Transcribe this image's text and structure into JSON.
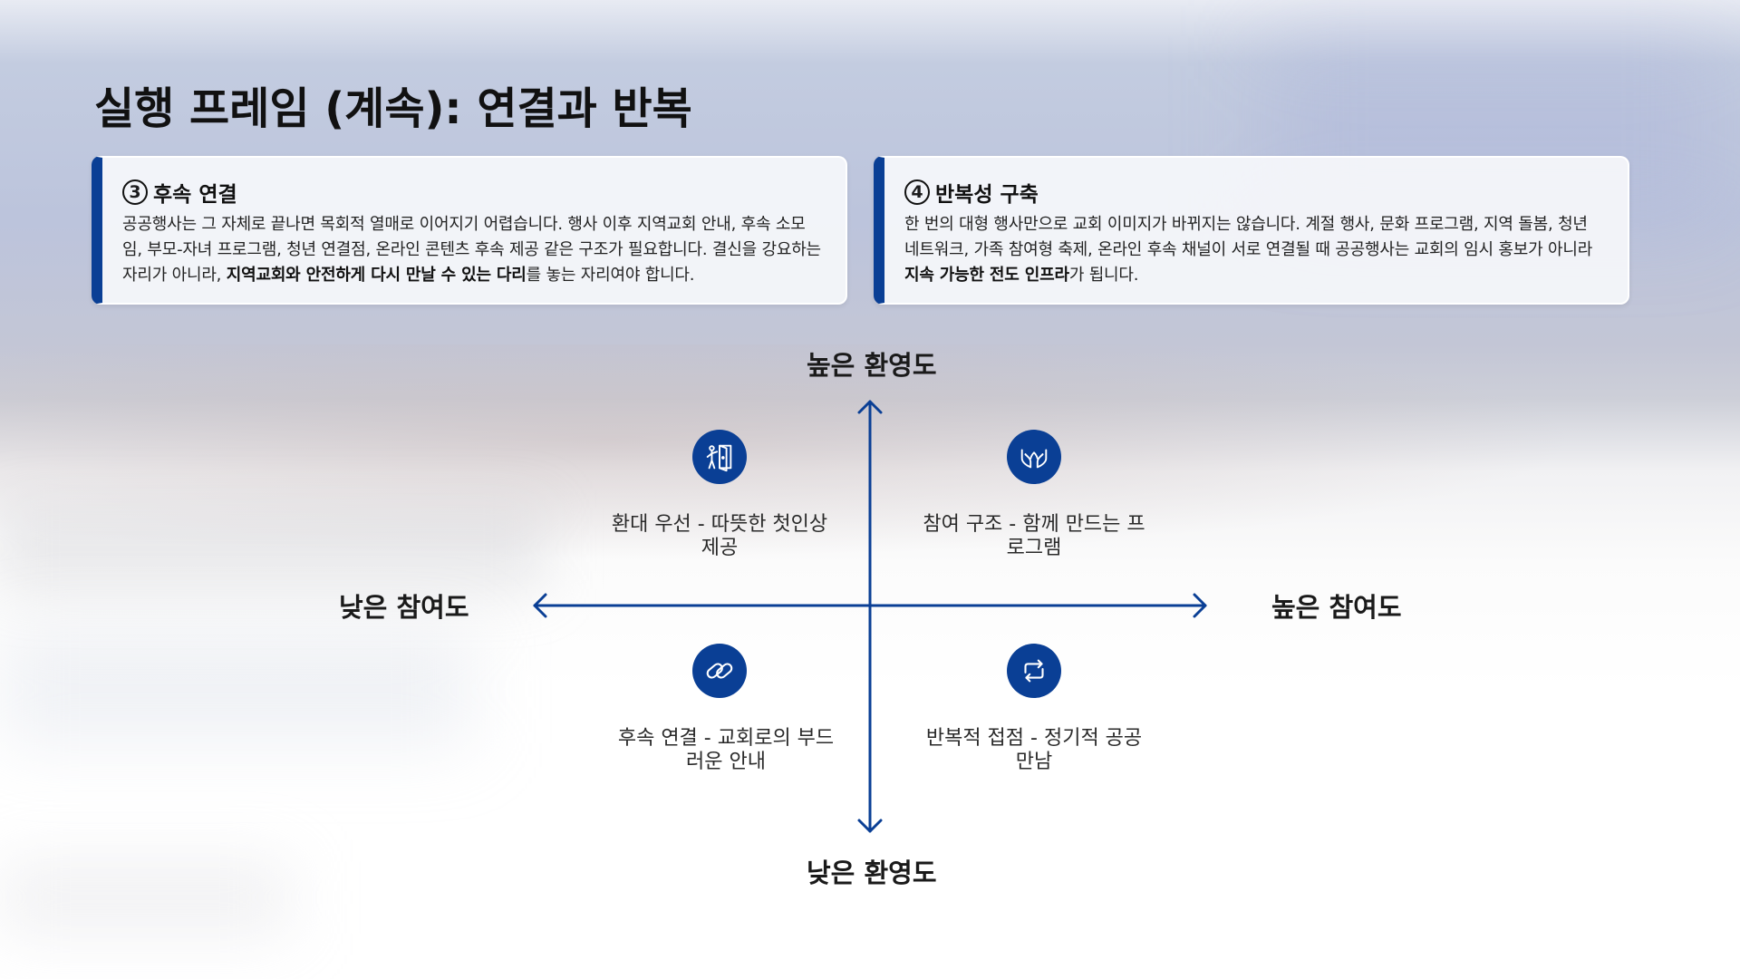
{
  "title": "실행 프레임 (계속): 연결과 반복",
  "cards": [
    {
      "number": "3",
      "heading": "후속 연결",
      "body_start": "공공행사는 그 자체로 끝나면 목회적 열매로 이어지기 어렵습니다. 행사 이후 지역교회 안내, 후속 소모임, 부모-자녀 프로그램, 청년 연결점, 온라인 콘텐츠 후속 제공 같은 구조가 필요합니다. 결신을 강요하는 자리가 아니라, ",
      "body_bold": "지역교회와 안전하게 다시 만날 수 있는 다리",
      "body_end": "를 놓는 자리여야 합니다."
    },
    {
      "number": "4",
      "heading": "반복성 구축",
      "body_start": "한 번의 대형 행사만으로 교회 이미지가 바뀌지는 않습니다. 계절 행사, 문화 프로그램, 지역 돌봄, 청년 네트워크, 가족 참여형 축제, 온라인 후속 채널이 서로 연결될 때 공공행사는 교회의 임시 홍보가 아니라 ",
      "body_bold": "지속 가능한 전도 인프라",
      "body_end": "가 됩니다."
    }
  ],
  "matrix": {
    "axis_top": "높은 환영도",
    "axis_bottom": "낮은 환영도",
    "axis_left": "낮은 참여도",
    "axis_right": "높은 참여도",
    "axis_color": "#0a3f95",
    "quadrants": [
      {
        "icon": "open-door-icon",
        "text": "환대 우선 - 따뜻한 첫인상 제공"
      },
      {
        "icon": "open-hands-icon",
        "text": "참여 구조 - 함께 만드는 프로그램"
      },
      {
        "icon": "link-icon",
        "text": "후속 연결 - 교회로의 부드러운 안내"
      },
      {
        "icon": "repeat-icon",
        "text": "반복적 접점 - 정기적 공공 만남"
      }
    ]
  },
  "colors": {
    "accent": "#0a3f95"
  }
}
